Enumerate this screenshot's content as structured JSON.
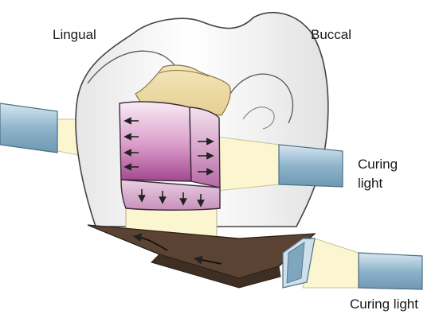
{
  "labels": {
    "lingual": "Lingual",
    "buccal": "Buccal",
    "curing_light_right_line1": "Curing",
    "curing_light_right_line2": "light",
    "curing_light_bottom": "Curing light"
  },
  "colors": {
    "enamel": "#f2f2f2",
    "dentin": "#ecd9a4",
    "composite_top": "#f6e6f2",
    "composite_bottom": "#a64b93",
    "matrix_band": "#5a4332",
    "light_guide": "#9fc0d4",
    "light_beam": "#fbf6cf"
  },
  "icons": {
    "shrinkage_arrow": "arrow-icon"
  }
}
